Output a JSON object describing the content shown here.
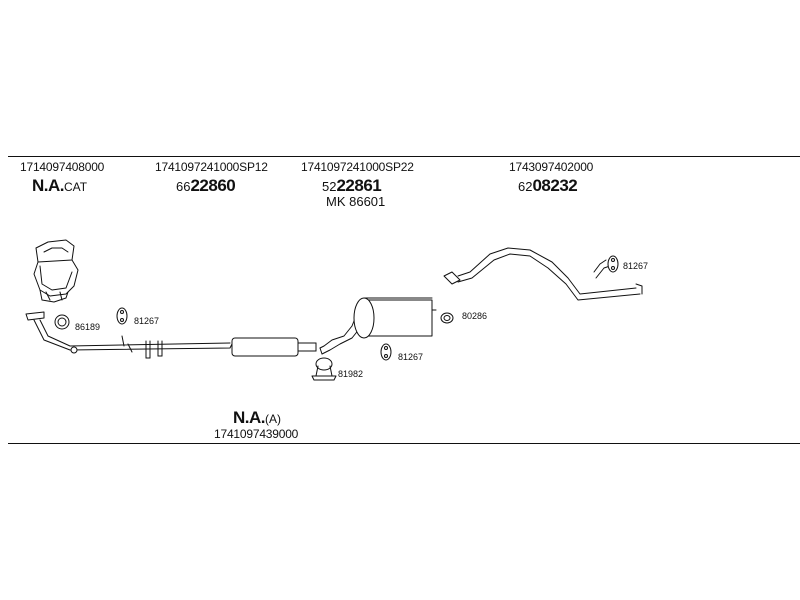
{
  "columns": [
    {
      "part_number": "1714097408000",
      "ref_prefix": "N.A.",
      "ref_suffix": "CAT"
    },
    {
      "part_number": "1741097241000SP12",
      "ref_prefix": "66",
      "ref_main": "22860"
    },
    {
      "part_number": "1741097241000SP22",
      "ref_prefix": "52",
      "ref_main": "22861",
      "kit": "MK 86601"
    },
    {
      "part_number": "1743097402000",
      "ref_prefix": "62",
      "ref_main": "08232"
    }
  ],
  "bottom_part": {
    "ref_prefix": "N.A.",
    "ref_suffix": "(A)",
    "part_number": "1741097439000"
  },
  "callouts": {
    "ring_front": "86189",
    "rubber_front": "81267",
    "clamp_mid": "81982",
    "rubber_mid": "81267",
    "ring_rear": "80286",
    "rubber_rear": "81267"
  },
  "colors": {
    "line": "#111111",
    "background": "#ffffff"
  }
}
